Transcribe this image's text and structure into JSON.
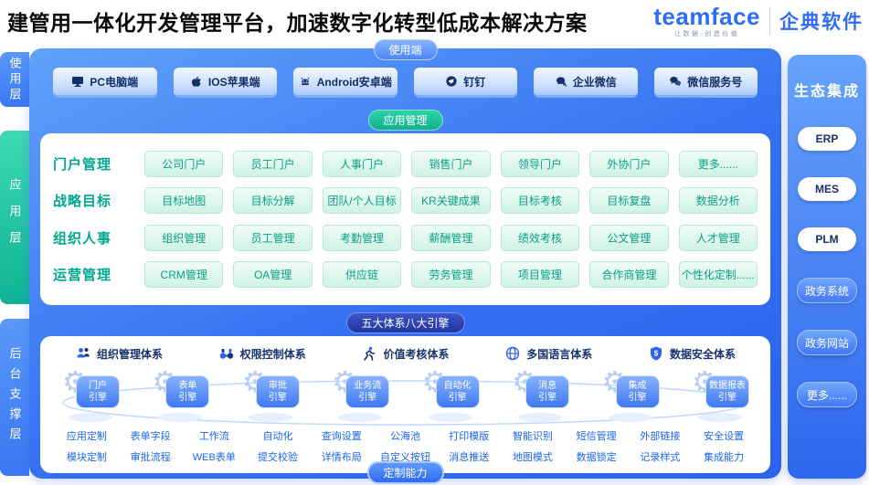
{
  "colors": {
    "brand_blue": "#2f6cf6",
    "panel_blue": "#3570f1",
    "teal_accent": "#00a88e",
    "green_badge": "#12b08d",
    "indigo_badge": "#22349f",
    "link_blue": "#1b66f0"
  },
  "header": {
    "title": "建管用一体化开发管理平台，加速数字化转型低成本解决方案",
    "logo": {
      "brand": "teamface",
      "tagline": "让数据·创造价值",
      "product": "企典软件"
    }
  },
  "layers": {
    "usage": "使用层",
    "application": "应用层",
    "backend": "后台支撑层"
  },
  "usage": {
    "badge": "使用端",
    "devices": [
      {
        "label": "PC电脑端",
        "icon": "monitor-icon"
      },
      {
        "label": "IOS苹果端",
        "icon": "apple-icon"
      },
      {
        "label": "Android安卓端",
        "icon": "android-icon"
      },
      {
        "label": "钉钉",
        "icon": "dingtalk-icon"
      },
      {
        "label": "企业微信",
        "icon": "wecom-icon"
      },
      {
        "label": "微信服务号",
        "icon": "wechat-icon"
      }
    ]
  },
  "app": {
    "badge": "应用管理",
    "rows": [
      {
        "label": "门户管理",
        "items": [
          "公司门户",
          "员工门户",
          "人事门户",
          "销售门户",
          "领导门户",
          "外协门户",
          "更多......"
        ]
      },
      {
        "label": "战略目标",
        "items": [
          "目标地图",
          "目标分解",
          "团队/个人目标",
          "KR关键成果",
          "目标考核",
          "目标复盘",
          "数据分析"
        ]
      },
      {
        "label": "组织人事",
        "items": [
          "组织管理",
          "员工管理",
          "考勤管理",
          "薪酬管理",
          "绩效考核",
          "公文管理",
          "人才管理"
        ]
      },
      {
        "label": "运营管理",
        "items": [
          "CRM管理",
          "OA管理",
          "供应链",
          "劳务管理",
          "项目管理",
          "合作商管理",
          "个性化定制......"
        ]
      }
    ]
  },
  "engine": {
    "badge": "五大体系八大引擎",
    "gear_glyph": "⚙",
    "systems": [
      {
        "label": "组织管理体系",
        "icon": "people-icon"
      },
      {
        "label": "权限控制体系",
        "icon": "binoculars-icon"
      },
      {
        "label": "价值考核体系",
        "icon": "runner-icon"
      },
      {
        "label": "多国语言体系",
        "icon": "globe-icon"
      },
      {
        "label": "数据安全体系",
        "icon": "shield-icon"
      }
    ],
    "engines": [
      {
        "line1": "门户",
        "line2": "引擎"
      },
      {
        "line1": "表单",
        "line2": "引擎"
      },
      {
        "line1": "审批",
        "line2": "引擎"
      },
      {
        "line1": "业务流",
        "line2": "引擎"
      },
      {
        "line1": "自动化",
        "line2": "引擎"
      },
      {
        "line1": "消息",
        "line2": "引擎"
      },
      {
        "line1": "集成",
        "line2": "引擎"
      },
      {
        "line1": "数据报表",
        "line2": "引擎"
      }
    ],
    "caps_row1": [
      "应用定制",
      "表单字段",
      "工作流",
      "自动化",
      "查询设置",
      "公海池",
      "打印模版",
      "智能识别",
      "短信管理",
      "外部链接",
      "安全设置"
    ],
    "caps_row2": [
      "模块定制",
      "审批流程",
      "WEB表单",
      "提交校验",
      "详情布局",
      "自定义按钮",
      "消息推送",
      "地图模式",
      "数据锁定",
      "记录样式",
      "集成能力"
    ],
    "custom_badge": "定制能力"
  },
  "ecosystem": {
    "title": "生态集成",
    "items": [
      {
        "label": "ERP",
        "style": "light"
      },
      {
        "label": "MES",
        "style": "light"
      },
      {
        "label": "PLM",
        "style": "light"
      },
      {
        "label": "政务系统",
        "style": "dark"
      },
      {
        "label": "政务网站",
        "style": "dark"
      },
      {
        "label": "更多......",
        "style": "dark"
      }
    ]
  }
}
